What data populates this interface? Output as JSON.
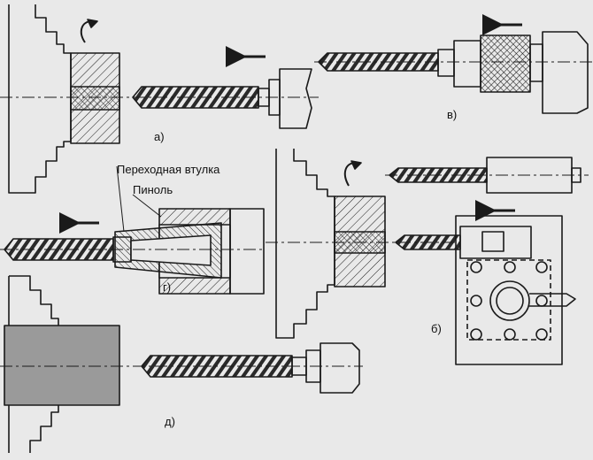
{
  "labels": {
    "fig_a": "а)",
    "fig_b": "б)",
    "fig_v": "в)",
    "fig_g": "г)",
    "fig_d": "д)",
    "adapter_sleeve": "Переходная втулка",
    "quill": "Пиноль"
  },
  "colors": {
    "background": "#e9e9e9",
    "line": "#1a1a1a",
    "solid_fill": "#9a9a9a"
  }
}
